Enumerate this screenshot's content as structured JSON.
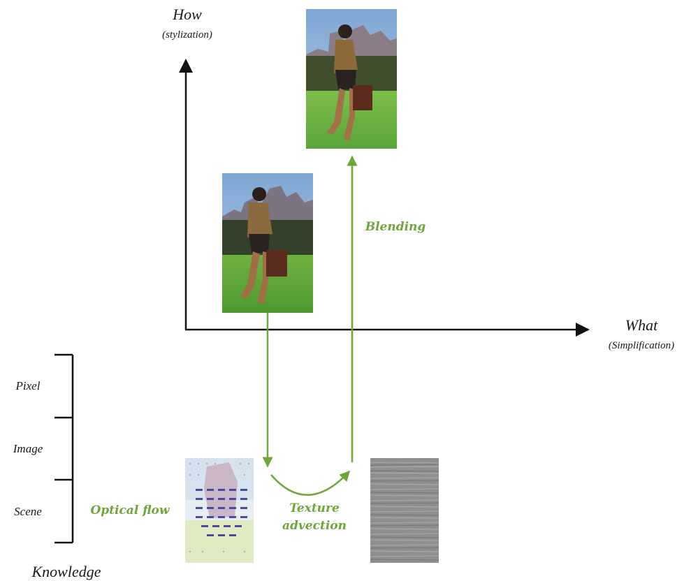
{
  "axes": {
    "vertical_label": "How",
    "vertical_sublabel": "(stylization)",
    "horizontal_label": "What",
    "horizontal_sublabel": "(Simplification)"
  },
  "knowledge": {
    "title": "Knowledge",
    "levels": [
      "Pixel",
      "Image",
      "Scene"
    ]
  },
  "process": {
    "blending": "Blending",
    "optical_flow": "Optical flow",
    "texture_line1": "Texture",
    "texture_line2": "advection"
  },
  "colors": {
    "axis": "#111111",
    "process_green": "#6fa63a",
    "grass": "#5aa83a",
    "sky": "#8fb3d9"
  },
  "images": [
    "photo-stylized-walker",
    "photo-walker-original",
    "optical-flow-field",
    "advected-texture-noise"
  ]
}
